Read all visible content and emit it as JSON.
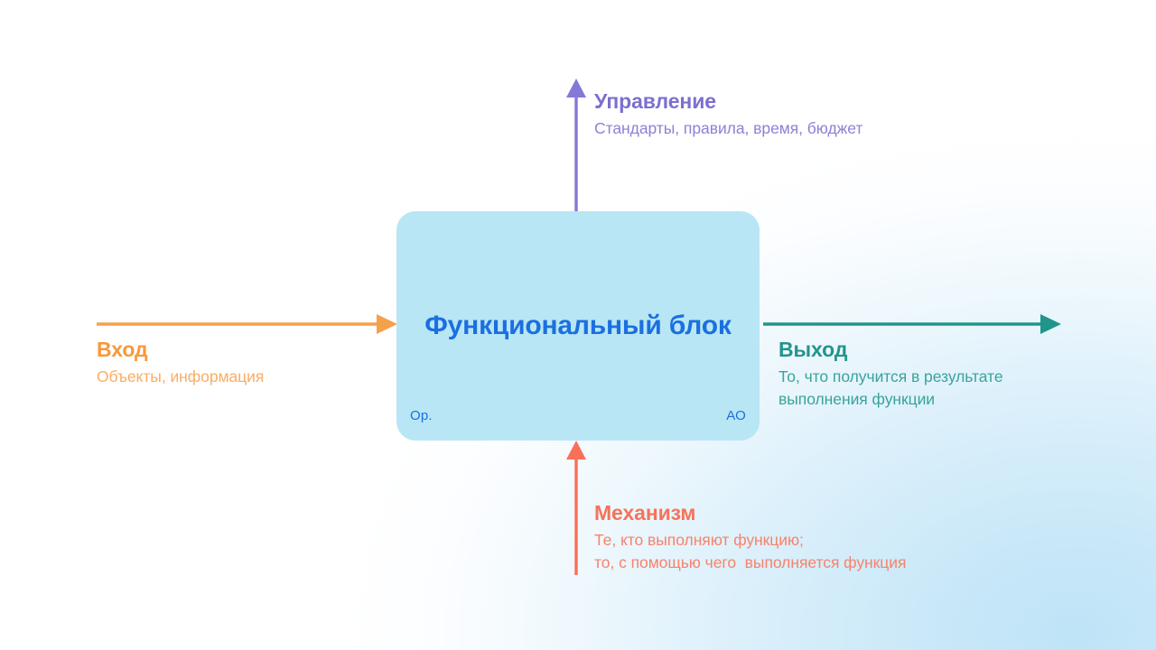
{
  "diagram": {
    "type": "idef0-function-block",
    "background_color": "#ffffff",
    "gradient_accent_color": "#bfe4f7"
  },
  "block": {
    "title": "Функциональный блок",
    "fill_color": "#b8e6f5",
    "title_color": "#1b6fe0",
    "corner_label_left": "Ор.",
    "corner_label_right": "АО"
  },
  "control": {
    "title": "Управление",
    "subtitle": "Стандарты, правила, время, бюджет",
    "color": "#7b6fd0",
    "arrow_direction": "up"
  },
  "input": {
    "title": "Вход",
    "subtitle": "Объекты, информация",
    "color": "#f79939",
    "arrow_direction": "right"
  },
  "output": {
    "title": "Выход",
    "subtitle_line1": "То, что получится в результате",
    "subtitle_line2": "выполнения функции",
    "color": "#21958c",
    "arrow_direction": "right"
  },
  "mechanism": {
    "title": "Механизм",
    "subtitle_line1": "Те, кто выполняют функцию;",
    "subtitle_line2": "то, с помощью чего  выполняется функция",
    "color": "#f5735a",
    "arrow_direction": "up"
  }
}
